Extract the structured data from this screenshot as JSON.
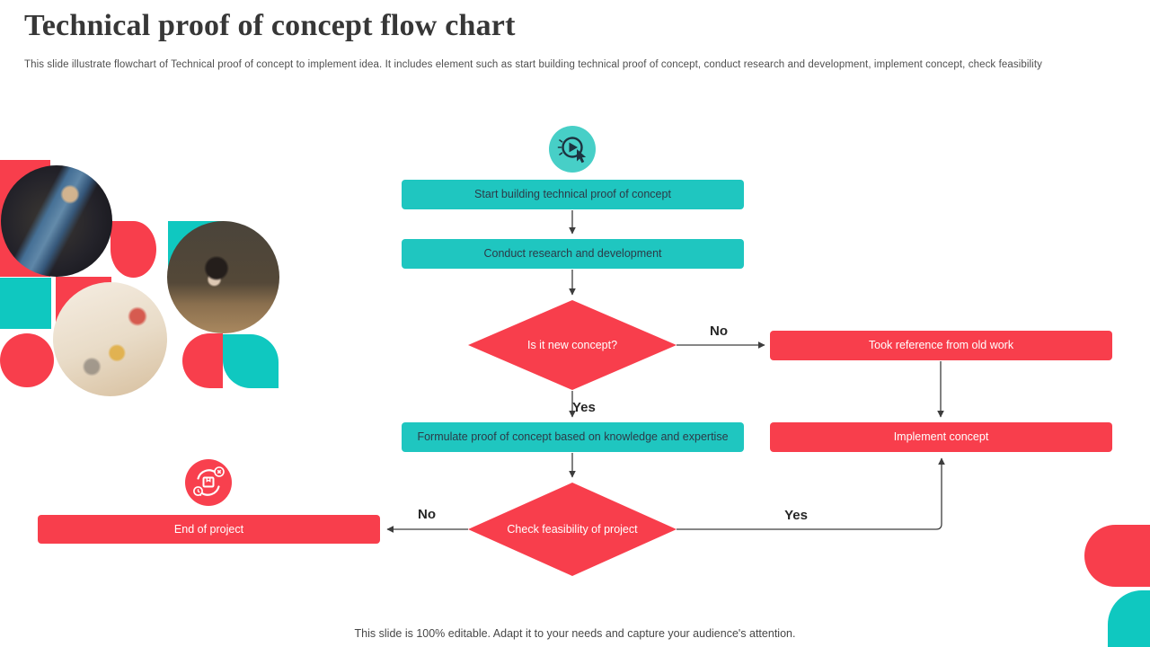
{
  "slide": {
    "title": "Technical proof of concept flow chart",
    "subtitle": "This slide illustrate flowchart of Technical proof of concept to implement idea. It includes element such as start building technical proof of concept, conduct research and development, implement concept, check feasibility",
    "footer": "This slide is 100% editable. Adapt it to your needs and capture your audience's attention."
  },
  "colors": {
    "teal_box": "#1fc6c0",
    "teal_icon": "#47cfc7",
    "teal_shape": "#0fc8c0",
    "red": "#f83e4c",
    "connector": "#3d3d3d"
  },
  "icons": {
    "start": "play-click-icon",
    "end": "project-end-icon"
  },
  "flowchart": {
    "nodes": {
      "start": "Start building technical proof of concept",
      "research": "Conduct research and development",
      "new_concept": "Is it new concept?",
      "took_reference": "Took reference from old work",
      "formulate": "Formulate proof of concept based on knowledge and expertise",
      "implement": "Implement concept",
      "feasibility": "Check feasibility of project",
      "end": "End of project"
    },
    "labels": {
      "new_concept_no": "No",
      "new_concept_yes": "Yes",
      "feasibility_no": "No",
      "feasibility_yes": "Yes"
    },
    "edges": [
      {
        "from": "start",
        "to": "research"
      },
      {
        "from": "research",
        "to": "new_concept"
      },
      {
        "from": "new_concept",
        "to": "took_reference",
        "label": "No"
      },
      {
        "from": "new_concept",
        "to": "formulate",
        "label": "Yes"
      },
      {
        "from": "took_reference",
        "to": "implement"
      },
      {
        "from": "formulate",
        "to": "feasibility"
      },
      {
        "from": "feasibility",
        "to": "end",
        "label": "No"
      },
      {
        "from": "feasibility",
        "to": "implement",
        "label": "Yes"
      }
    ]
  }
}
